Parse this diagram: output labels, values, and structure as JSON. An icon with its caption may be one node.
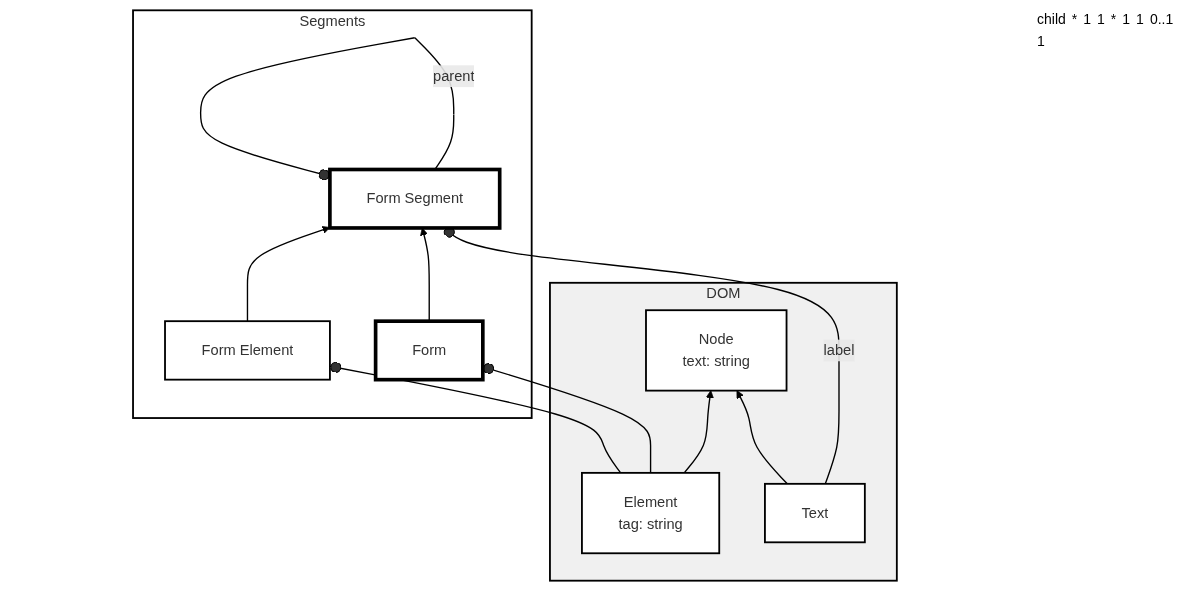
{
  "diagram": {
    "nodes": [
      {
        "text": [
          "Segments"
        ]
      },
      {
        "text": [
          "Form Segment"
        ],
        "in": 0
      },
      {
        "text": [
          "Form"
        ],
        "in": 0
      },
      {
        "text": [
          "Form Element"
        ],
        "in": 0
      },
      {
        "text": [
          "DOM"
        ]
      },
      {
        "text": [
          "Node",
          "text: string"
        ],
        "in": 4
      },
      {
        "text": [
          "Text"
        ],
        "in": 4
      },
      {
        "text": [
          "Element",
          "tag: string"
        ],
        "in": 4
      }
    ],
    "edges": [
      {
        "from": 1,
        "to": 1,
        "arrow": "other",
        "label": "parent"
      },
      {
        "from": 6,
        "to": 1,
        "arrow": "other",
        "label": "label"
      },
      {
        "from": 2,
        "to": 1,
        "arrow": "to"
      },
      {
        "from": 3,
        "to": 1,
        "arrow": "to"
      },
      {
        "from": 6,
        "to": 5,
        "arrow": "to"
      },
      {
        "from": 7,
        "to": 5,
        "arrow": "to"
      },
      {
        "from": 7,
        "to": 3,
        "arrow": "other"
      },
      {
        "from": 7,
        "to": 2,
        "arrow": "other"
      }
    ],
    "labels": [
      "child",
      "*",
      "1",
      "1",
      "*",
      "1",
      "1",
      "0..1",
      "1"
    ]
  }
}
